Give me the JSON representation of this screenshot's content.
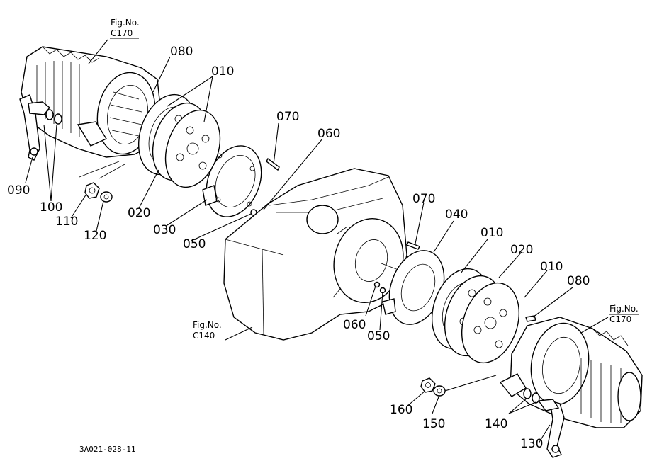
{
  "references": {
    "top_left": {
      "line1": "Fig.No.",
      "line2": "C170"
    },
    "bottom_middle": {
      "line1": "Fig.No.",
      "line2": "C140"
    },
    "right": {
      "line1": "Fig.No.",
      "line2": "C170"
    }
  },
  "labels": {
    "l080_top": "080",
    "l010_top": "010",
    "l070_top": "070",
    "l060_top": "060",
    "l090": "090",
    "l100": "100",
    "l110": "110",
    "l120": "120",
    "l020_left": "020",
    "l030": "030",
    "l050_left": "050",
    "l070_mid": "070",
    "l040": "040",
    "l010_mid": "010",
    "l020_mid": "020",
    "l010_right": "010",
    "l080_right": "080",
    "l060_mid": "060",
    "l050_mid": "050",
    "l160": "160",
    "l150": "150",
    "l140": "140",
    "l130": "130"
  },
  "drawing_code": "3A021-028-11"
}
